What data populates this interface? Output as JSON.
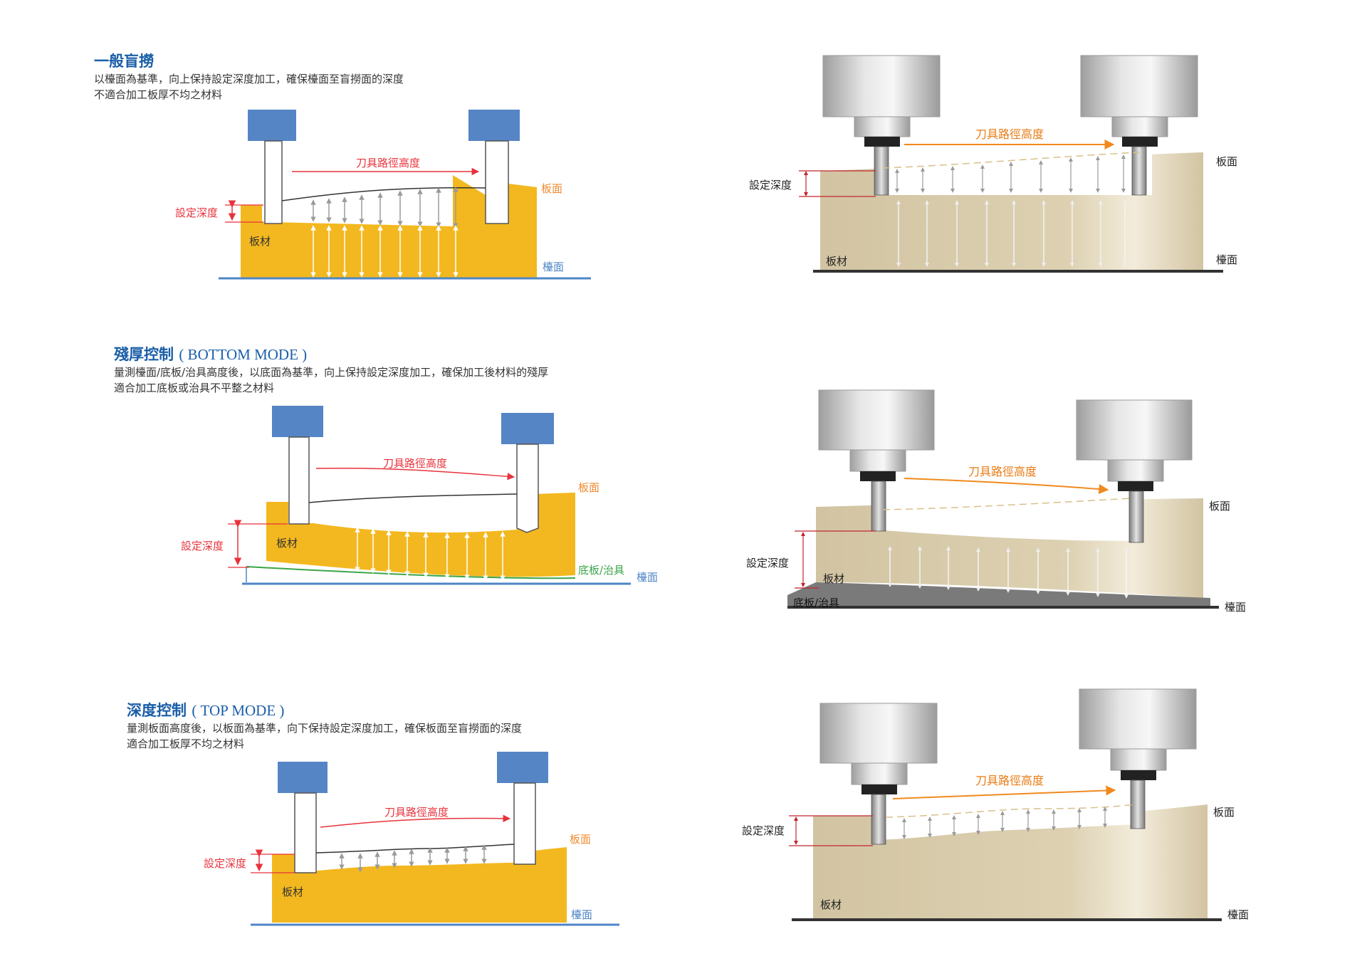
{
  "sections": [
    {
      "id": "blind",
      "title": "一般盲撈",
      "title_mode": "",
      "desc1": "以檯面為基準，向上保持設定深度加工，確保檯面至盲撈面的深度",
      "desc2": "不適合加工板厚不均之材料"
    },
    {
      "id": "bottom",
      "title": "殘厚控制",
      "title_mode": "( BOTTOM MODE )",
      "desc1": "量測檯面/底板/治具高度後，以底面為基準，向上保持設定深度加工，確保加工後材料的殘厚",
      "desc2": "適合加工底板或治具不平整之材料"
    },
    {
      "id": "top",
      "title": "深度控制",
      "title_mode": "( TOP MODE )",
      "desc1": "量測板面高度後，以板面為基準，向下保持設定深度加工，確保板面至盲撈面的深度",
      "desc2": "適合加工板厚不均之材料"
    }
  ],
  "labels": {
    "tool_path_height": "刀具路徑高度",
    "board_surface": "板面",
    "set_depth": "設定深度",
    "board_material": "板材",
    "table_surface": "檯面",
    "base_fixture": "底板/治具"
  },
  "colors": {
    "title_blue": "#1a5ea8",
    "board_yellow": "#f3b81f",
    "tool_blue": "#5585c5",
    "red": "#e8323c",
    "orange": "#ef8a2e",
    "table_blue": "#4d86c6",
    "fixture_green": "#3aa548",
    "material_beige": "#d4c6a4",
    "spindle_grey": "#c4c4c4"
  },
  "icons": [
    "spindle-icon",
    "cutter-icon",
    "measure-arrow-icon"
  ]
}
